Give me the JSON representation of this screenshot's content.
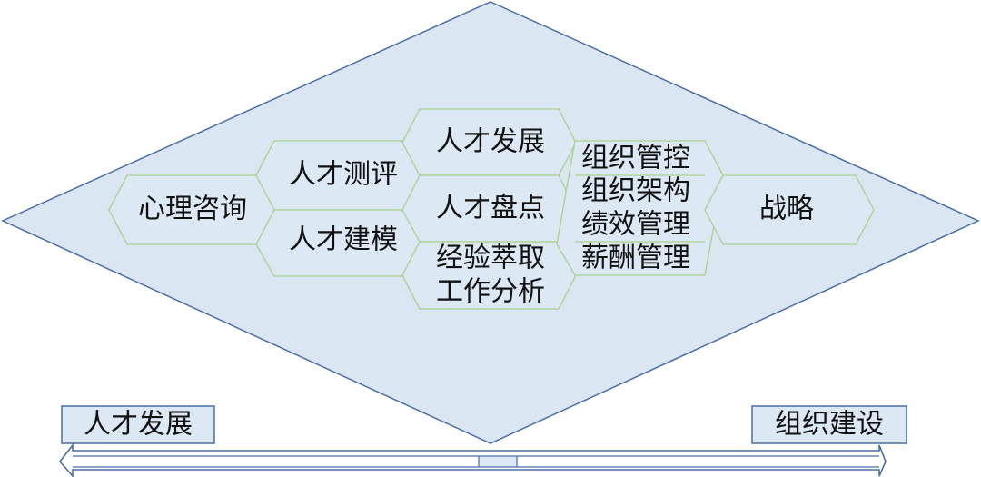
{
  "diagram": {
    "hexagons": {
      "xinli": "心理咨询",
      "cepin": "人才测评",
      "jianmo": "人才建模",
      "fazhan": "人才发展",
      "pandian": "人才盘点",
      "jingyan_1": "经验萃取",
      "jingyan_2": "工作分析",
      "zuzhi_1": "组织管控",
      "zuzhi_2": "组织架构",
      "zuzhi_3": "绩效管理",
      "zuzhi_4": "薪酬管理",
      "zhanlue": "战略"
    },
    "axis": {
      "left_label": "人才发展",
      "right_label": "组织建设"
    }
  }
}
